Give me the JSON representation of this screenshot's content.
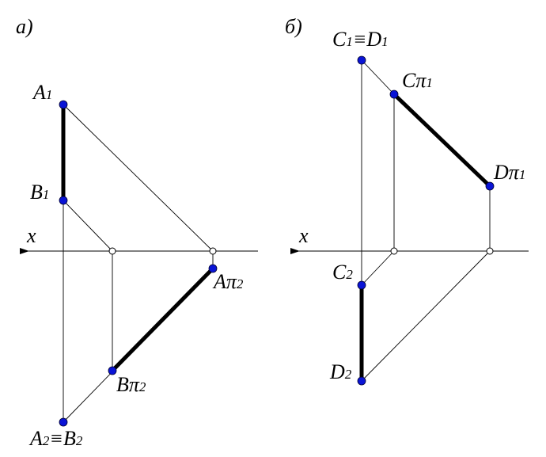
{
  "panel_a": {
    "tag": "а)",
    "axis": "x",
    "A1": {
      "main": "A",
      "sub": "1"
    },
    "B1": {
      "main": "B",
      "sub": "1"
    },
    "Api2": {
      "main": "Aπ",
      "sub": "2"
    },
    "Bpi2": {
      "main": "Bπ",
      "sub": "2"
    },
    "A2B2": {
      "m1": "A",
      "s1": "2",
      "eq": "≡",
      "m2": "B",
      "s2": "2"
    }
  },
  "panel_b": {
    "tag": "б)",
    "axis": "x",
    "C1D1": {
      "m1": "C",
      "s1": "1",
      "eq": "≡",
      "m2": "D",
      "s2": "1"
    },
    "Cpi1": {
      "main": "Cπ",
      "sub": "1"
    },
    "Dpi1": {
      "main": "Dπ",
      "sub": "1"
    },
    "C2": {
      "main": "C",
      "sub": "2"
    },
    "D2": {
      "main": "D",
      "sub": "2"
    }
  },
  "colors": {
    "point": "#0a14d6",
    "line": "#000000"
  }
}
